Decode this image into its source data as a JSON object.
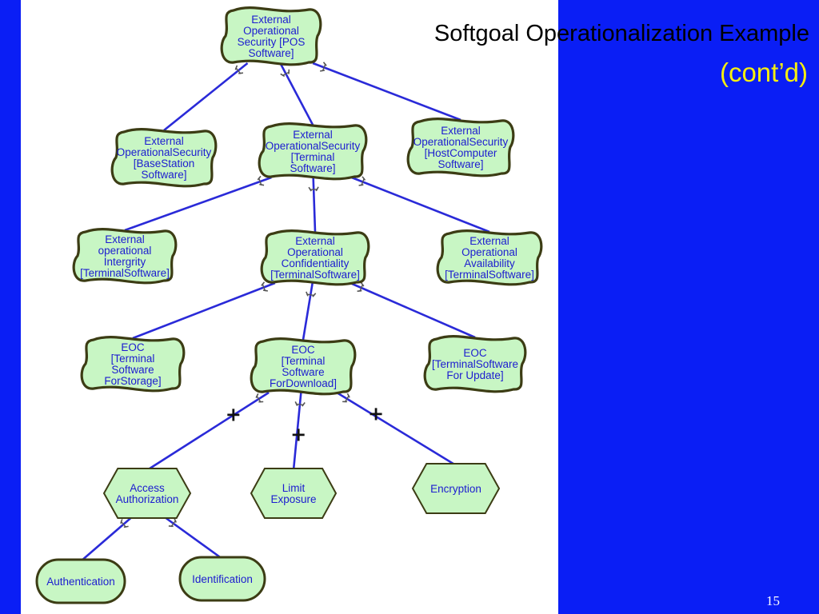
{
  "slide": {
    "title_line1": "Softgoal Operationalization Example",
    "title_line2": "(cont’d)",
    "page_number": "15"
  },
  "colors": {
    "background": "#0a1ef5",
    "title_line2": "#f5ee10",
    "node_fill": "#c8f6c4",
    "node_border": "#3c3c14",
    "node_text": "#1c1cd0",
    "edge": "#2a2ad8"
  },
  "nodes": [
    {
      "id": "n1",
      "shape": "cloud",
      "lines": [
        "External",
        "Operational",
        "Security [POS",
        "Software]"
      ]
    },
    {
      "id": "n2",
      "shape": "cloud",
      "lines": [
        "External",
        "OperationalSecurity",
        "[BaseStation",
        "Software]"
      ]
    },
    {
      "id": "n3",
      "shape": "cloud",
      "lines": [
        "External",
        "OperationalSecurity",
        "[Terminal",
        "Software]"
      ]
    },
    {
      "id": "n4",
      "shape": "cloud",
      "lines": [
        "External",
        "OperationalSecurity",
        "[HostComputer",
        "Software]"
      ]
    },
    {
      "id": "n5",
      "shape": "cloud",
      "lines": [
        "External",
        "operational",
        "Intergrity",
        "[TerminalSoftware]"
      ]
    },
    {
      "id": "n6",
      "shape": "cloud",
      "lines": [
        "External",
        "Operational",
        "Confidentiality",
        "[TerminalSoftware]"
      ]
    },
    {
      "id": "n7",
      "shape": "cloud",
      "lines": [
        "External",
        "Operational",
        "Availability",
        "[TerminalSoftware]"
      ]
    },
    {
      "id": "n8",
      "shape": "cloud",
      "lines": [
        "EOC",
        "[Terminal",
        "Software",
        "ForStorage]"
      ]
    },
    {
      "id": "n9",
      "shape": "cloud",
      "lines": [
        "EOC",
        "[Terminal",
        "Software",
        "ForDownload]"
      ]
    },
    {
      "id": "n10",
      "shape": "cloud",
      "lines": [
        "EOC",
        "[TerminalSoftware",
        "For Update]"
      ]
    },
    {
      "id": "n11",
      "shape": "hexagon",
      "lines": [
        "Access",
        "Authorization"
      ]
    },
    {
      "id": "n12",
      "shape": "hexagon",
      "lines": [
        "Limit",
        "Exposure"
      ]
    },
    {
      "id": "n13",
      "shape": "hexagon",
      "lines": [
        "Encryption"
      ]
    },
    {
      "id": "n14",
      "shape": "oval",
      "lines": [
        "Authentication"
      ]
    },
    {
      "id": "n15",
      "shape": "oval",
      "lines": [
        "Identification"
      ]
    }
  ],
  "edges": [
    {
      "from": "n2",
      "to": "n1",
      "mark": "AND"
    },
    {
      "from": "n3",
      "to": "n1",
      "mark": "AND"
    },
    {
      "from": "n4",
      "to": "n1",
      "mark": "AND"
    },
    {
      "from": "n5",
      "to": "n3",
      "mark": "AND"
    },
    {
      "from": "n6",
      "to": "n3",
      "mark": "AND"
    },
    {
      "from": "n7",
      "to": "n3",
      "mark": "AND"
    },
    {
      "from": "n8",
      "to": "n6",
      "mark": "AND"
    },
    {
      "from": "n9",
      "to": "n6",
      "mark": "AND"
    },
    {
      "from": "n10",
      "to": "n6",
      "mark": "AND"
    },
    {
      "from": "n11",
      "to": "n9",
      "mark": "+"
    },
    {
      "from": "n12",
      "to": "n9",
      "mark": "+"
    },
    {
      "from": "n13",
      "to": "n9",
      "mark": "+"
    },
    {
      "from": "n14",
      "to": "n11",
      "mark": "AND"
    },
    {
      "from": "n15",
      "to": "n11",
      "mark": "AND"
    }
  ]
}
